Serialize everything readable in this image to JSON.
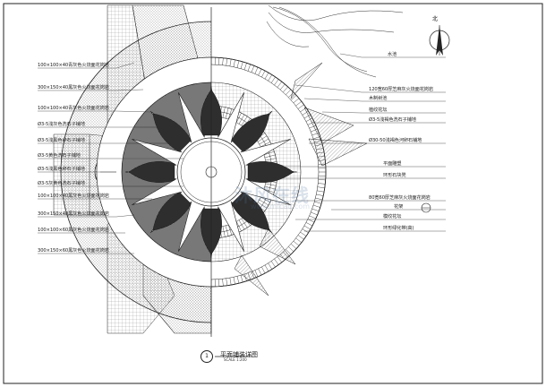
{
  "left_labels": [
    {
      "id": "l1",
      "text": "100×100×40青灰色火烧面花岗岩"
    },
    {
      "id": "l2",
      "text": "300×150×40黑灰色火烧面花岗岩"
    },
    {
      "id": "l3",
      "text": "100×100×40青灰色火烧面花岗岩"
    },
    {
      "id": "l4",
      "text": "Ø3-5浅灰色洗石子铺地"
    },
    {
      "id": "l5",
      "text": "Ø3-5浅黑色卵石子铺地"
    },
    {
      "id": "l6",
      "text": "Ø3-5黄色洗石子铺地"
    },
    {
      "id": "l7",
      "text": "Ø3-5浅黑色卵石子铺地"
    },
    {
      "id": "l8",
      "text": "Ø3-5灰黄色洗石子铺地"
    },
    {
      "id": "l9",
      "text": "100×100×40黑灰色火烧面花岗岩"
    },
    {
      "id": "l10",
      "text": "300×150×40黑灰色火烧面花岗岩"
    },
    {
      "id": "l11",
      "text": "100×100×60黑灰色火烧面花岗岩"
    },
    {
      "id": "l12",
      "text": "300×150×60黑灰色火烧面花岗岩"
    }
  ],
  "right_labels": [
    {
      "id": "r0",
      "text": "水池"
    },
    {
      "id": "r1",
      "text": "120宽60厚芝麻灰火烧面花岗岩"
    },
    {
      "id": "r2",
      "text": "木制树池"
    },
    {
      "id": "r3",
      "text": "植纹花坛"
    },
    {
      "id": "r4",
      "text": "Ø3-5浅褐色洗石子铺地"
    },
    {
      "id": "r5",
      "text": "Ø30-50浅褐色河卵石铺地"
    },
    {
      "id": "r6",
      "text": "平面雕塑"
    },
    {
      "id": "r7",
      "text": "环形石块凳"
    },
    {
      "id": "r8",
      "text": "80宽60厚芝麻灰火烧面花岗岩"
    },
    {
      "id": "r9",
      "text": "花架"
    },
    {
      "id": "r10",
      "text": "模纹花坛"
    },
    {
      "id": "r11",
      "text": "环形绿化带(高)"
    }
  ],
  "title": {
    "number": "1",
    "text": "平面铺装详图",
    "scale": "SCALE  1:200"
  },
  "north": "北",
  "watermark": {
    "main": "沐风在线",
    "sub": "www.mfcad.com"
  },
  "colors": {
    "line": "#222222",
    "dark_fill": "#3a3a3a",
    "hatch": "#555555"
  }
}
